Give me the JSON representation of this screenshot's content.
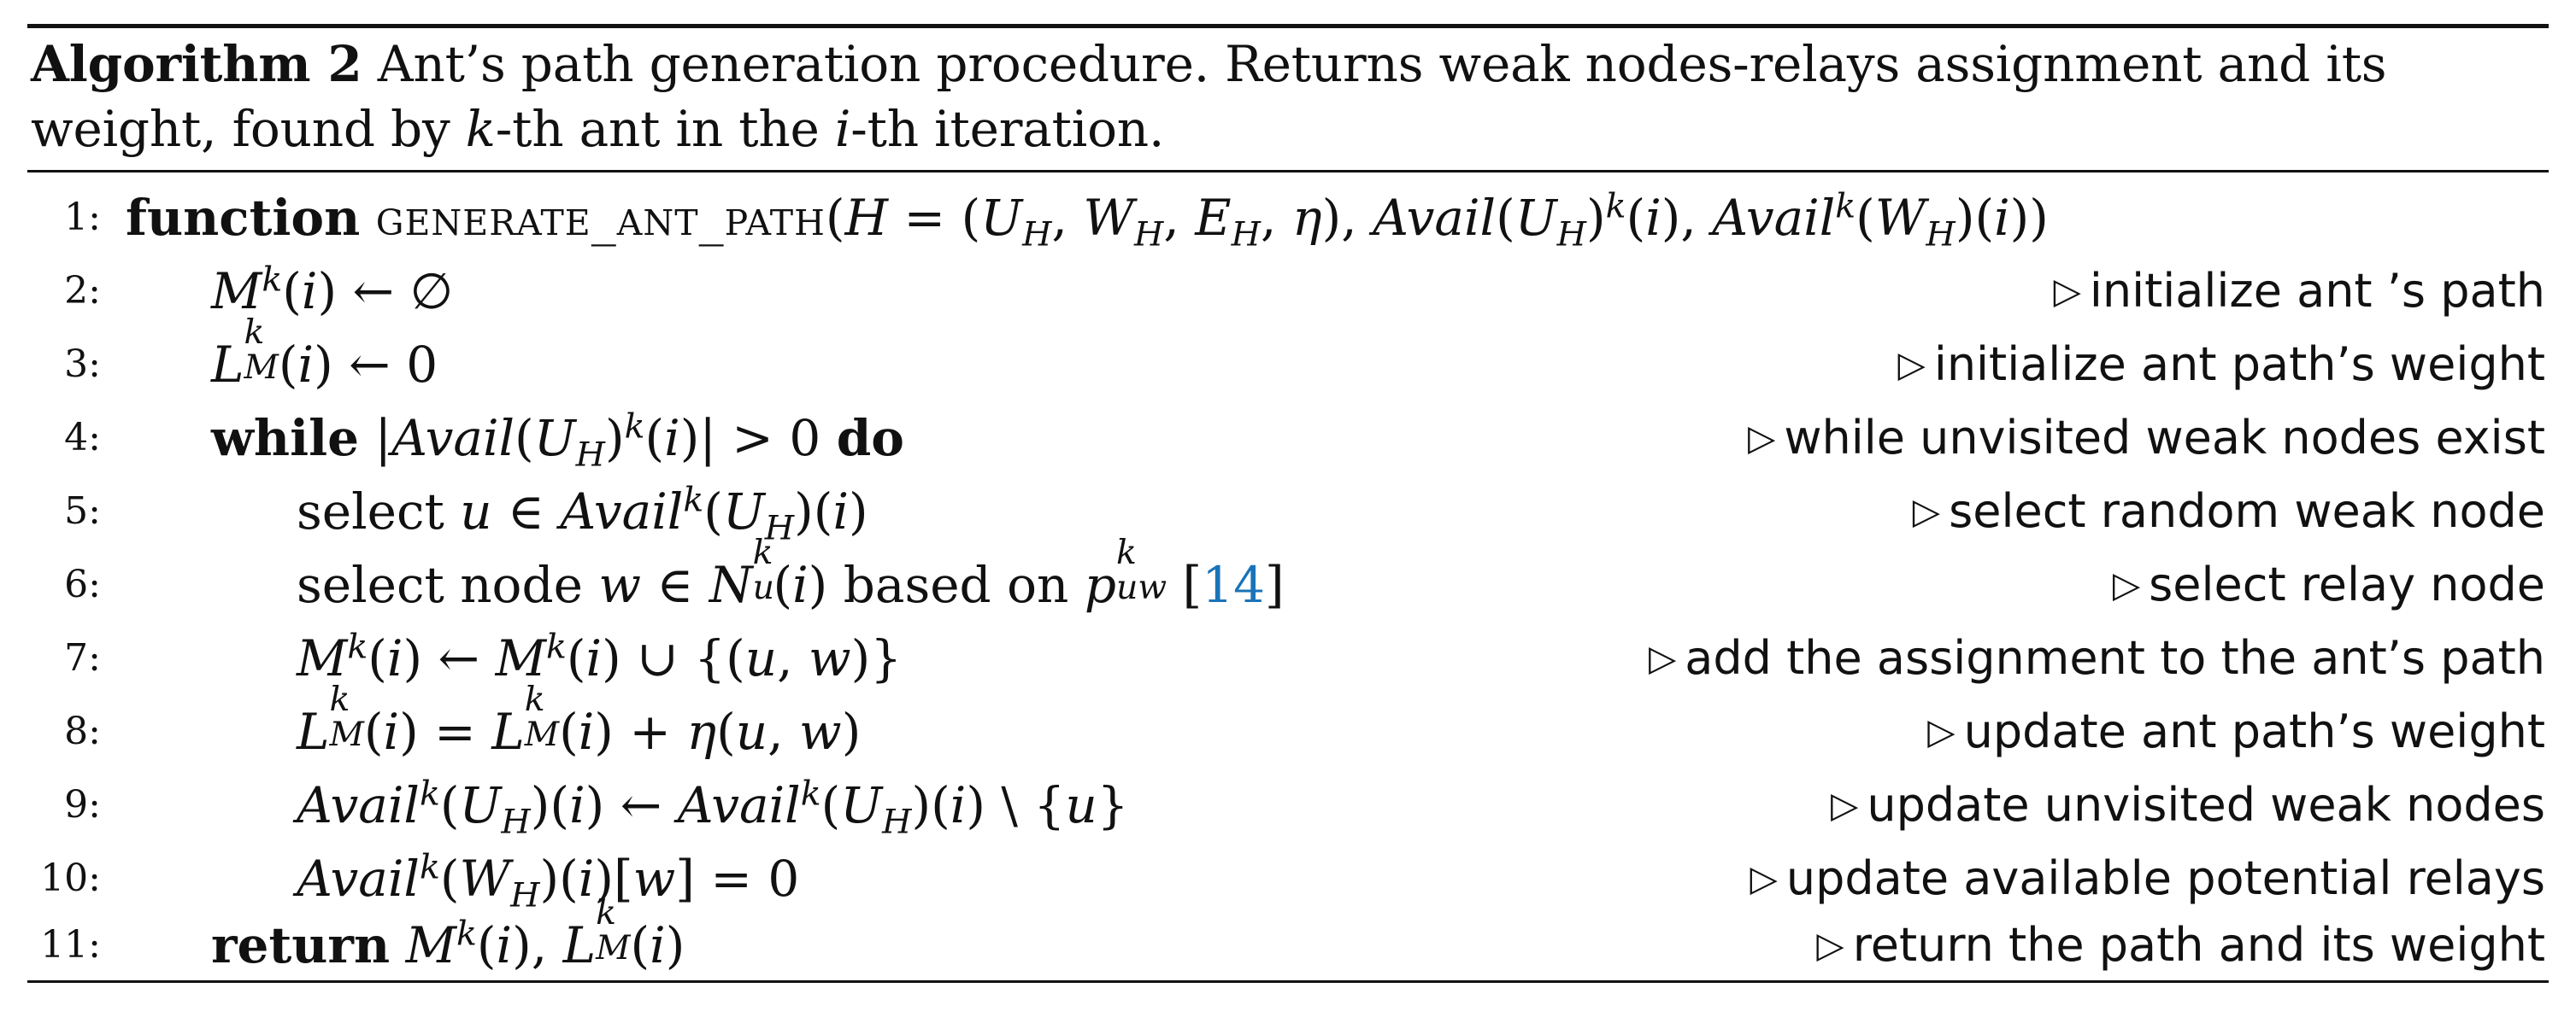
{
  "algorithm": {
    "label": "Algorithm 2",
    "caption_part1": "Ant’s path generation procedure. Returns weak nodes-relays assignment and its weight, found by ",
    "caption_k": "k",
    "caption_part2": "-th ant in the ",
    "caption_i": "i",
    "caption_part3": "-th iteration.",
    "lines": [
      {
        "num": "1:",
        "keyword": "function",
        "proc_name": "generate_ant_path",
        "comment": ""
      },
      {
        "num": "2:",
        "comment": "initialize ant ’s path"
      },
      {
        "num": "3:",
        "comment": "initialize ant path’s weight"
      },
      {
        "num": "4:",
        "keyword": "while",
        "keyword_end": "do",
        "comment": "while unvisited weak nodes exist"
      },
      {
        "num": "5:",
        "text": "select",
        "comment": "select random weak node"
      },
      {
        "num": "6:",
        "text": "select node",
        "text2": "based on",
        "cite": "14",
        "comment": "select relay node"
      },
      {
        "num": "7:",
        "comment": "add the assignment to the ant’s path"
      },
      {
        "num": "8:",
        "comment": "update ant path’s weight"
      },
      {
        "num": "9:",
        "comment": "update unvisited weak nodes"
      },
      {
        "num": "10:",
        "comment": "update available potential relays"
      },
      {
        "num": "11:",
        "keyword": "return",
        "comment": "return the path and its weight"
      }
    ],
    "comment_marker": "▷"
  }
}
